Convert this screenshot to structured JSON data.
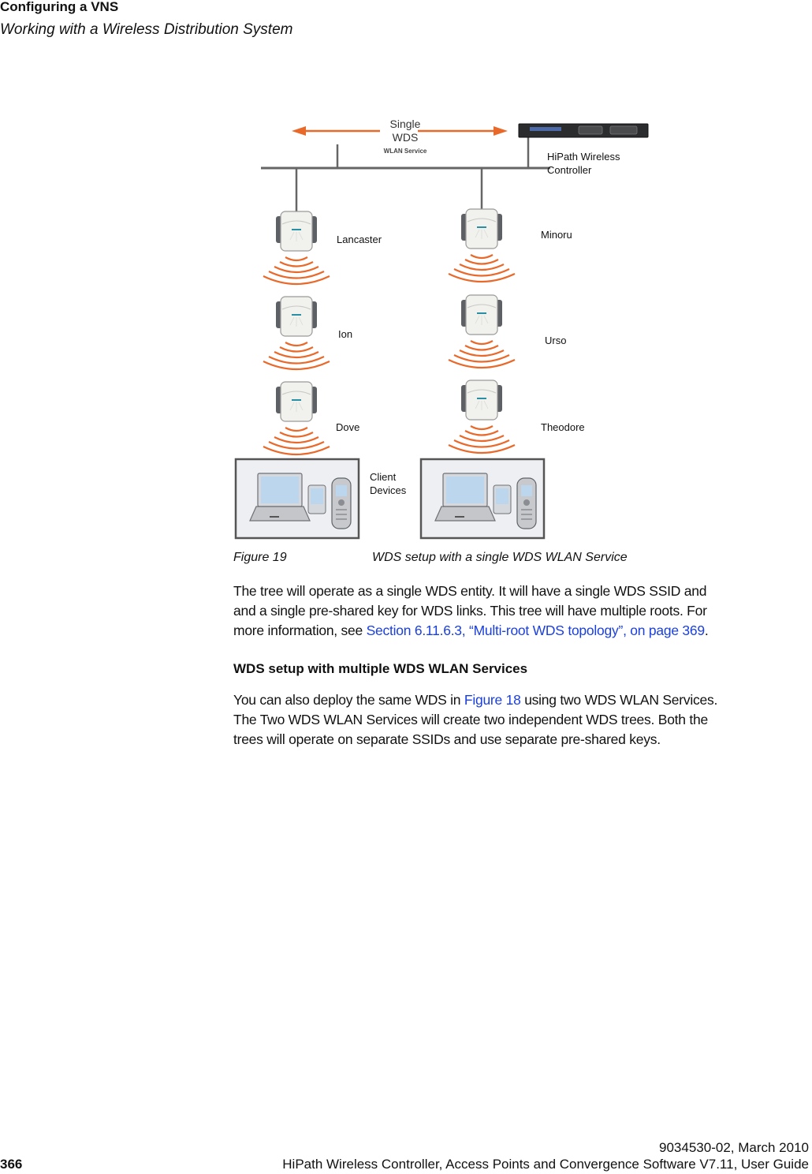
{
  "header": {
    "chapter": "Configuring a VNS",
    "section": "Working with a Wireless Distribution System"
  },
  "figure": {
    "banner": {
      "line1": "Single",
      "line2": "WDS",
      "line3": "WLAN Service"
    },
    "controller_label": "HiPath Wireless\nController",
    "access_points": {
      "left": [
        "Lancaster",
        "Ion",
        "Dove"
      ],
      "right": [
        "Minoru",
        "Urso",
        "Theodore"
      ]
    },
    "client_label": "Client\nDevices",
    "colors": {
      "arrow": "#e8692a",
      "signal": "#e8692a",
      "wire": "#666666",
      "panel": "#eeeff2",
      "panel_border": "#555555"
    },
    "caption_number": "Figure 19",
    "caption_text": "WDS setup with a single WDS WLAN Service"
  },
  "body": {
    "para1": {
      "line1": "The tree will operate as a single WDS entity. It will have a single WDS SSID and",
      "line2": "and a single pre-shared key for WDS links. This tree will have multiple roots. For",
      "line3_prefix": "more information, see ",
      "line3_link": "Section 6.11.6.3, “Multi-root WDS topology”, on page 369",
      "line3_suffix": "."
    },
    "subheading": "WDS setup with multiple WDS WLAN Services",
    "para2": {
      "line1_prefix": "You can also deploy the same WDS in ",
      "line1_link": "Figure 18",
      "line1_suffix": " using two WDS WLAN Services.",
      "line2": "The Two WDS WLAN Services will create two independent WDS trees. Both the",
      "line3": "trees will operate on separate SSIDs and use separate pre-shared keys."
    }
  },
  "footer": {
    "doc_id": "9034530-02, March 2010",
    "page_number": "366",
    "doc_title": "HiPath Wireless Controller, Access Points and Convergence Software V7.11, User Guide"
  }
}
